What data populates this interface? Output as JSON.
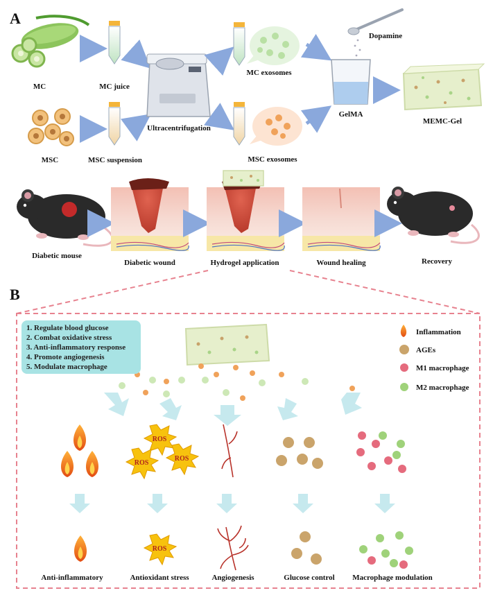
{
  "panels": {
    "a": "A",
    "b": "B"
  },
  "panel_a": {
    "mc": "MC",
    "mc_juice": "MC juice",
    "msc": "MSC",
    "msc_suspension": "MSC suspension",
    "ultracentrifugation": "Ultracentrifugation",
    "mc_exosomes": "MC exosomes",
    "msc_exosomes": "MSC exosomes",
    "dopamine": "Dopamine",
    "gelma": "GelMA",
    "memc_gel": "MEMC-Gel",
    "diabetic_mouse": "Diabetic mouse",
    "diabetic_wound": "Diabetic wound",
    "hydrogel_application": "Hydrogel application",
    "wound_healing": "Wound healing",
    "recovery": "Recovery"
  },
  "panel_b": {
    "functions": [
      "1. Regulate blood glucose",
      "2. Combat oxidative stress",
      "3. Anti-inflammatory response",
      "4. Promote angiogenesis",
      "5. Modulate macrophage"
    ],
    "legend": {
      "inflammation": "Inflammation",
      "ages": "AGEs",
      "m1": "M1 macrophage",
      "m2": "M2 macrophage"
    },
    "ros": "ROS",
    "outcomes": {
      "anti_inflammatory": "Anti-inflammatory",
      "antioxidant": "Antioxidant stress",
      "angiogenesis": "Angiogenesis",
      "glucose": "Glucose control",
      "macrophage": "Macrophage modulation"
    }
  },
  "colors": {
    "arrow": "#8aa8dc",
    "fade_arrow": "#c6e9ee",
    "dash": "#e7828f",
    "flame_outer": "#f58a1f",
    "flame_inner": "#ffd34d",
    "ages": "#caa46b",
    "ros_star": "#f7c20e",
    "m1": "#e56b7d",
    "m2": "#9fd27a",
    "gel": "#e8f1cf",
    "mouse": "#2a2a2a"
  }
}
